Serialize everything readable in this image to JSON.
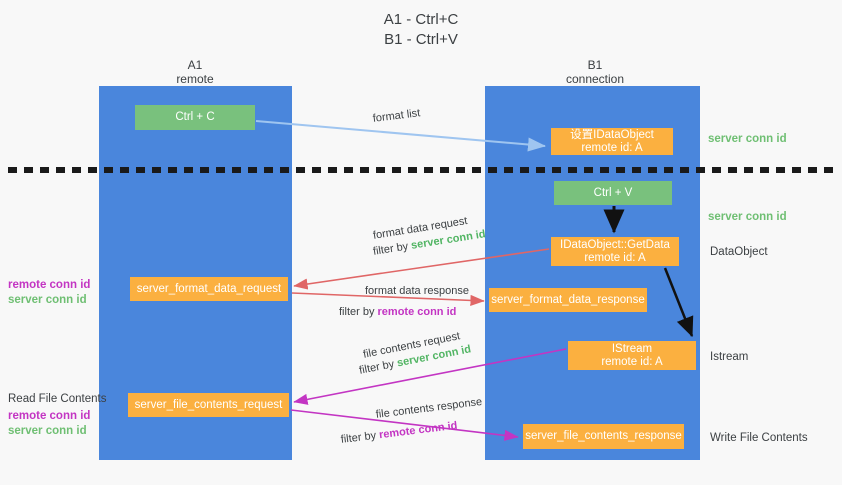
{
  "title": {
    "line1": "A1 - Ctrl+C",
    "line2": "B1 - Ctrl+V"
  },
  "columns": [
    {
      "name": "A1",
      "sub": "remote"
    },
    {
      "name": "B1",
      "sub": "connection"
    }
  ],
  "colors": {
    "lane": "#4a86dc",
    "green_box": "#79c17d",
    "orange_box": "#fbb040",
    "background": "#f8f8f8",
    "blue_arrow": "#9fc5f0",
    "red_arrow": "#e06666",
    "magenta_arrow": "#c335c3",
    "black_arrow": "#000000",
    "server_conn_id": "#6fbf73",
    "remote_conn_id": "#c335c3"
  },
  "boxes": {
    "ctrl_c": {
      "line1": "Ctrl + C",
      "line2": ""
    },
    "set_dataobject": {
      "line1": "设置IDataObject",
      "line2": "remote id: A"
    },
    "ctrl_v": {
      "line1": "Ctrl + V",
      "line2": ""
    },
    "getdata": {
      "line1": "IDataObject::GetData",
      "line2": "remote id: A"
    },
    "istream": {
      "line1": "IStream",
      "line2": "remote id: A"
    },
    "server_format_data_request": {
      "line1": "server_format_data_request",
      "line2": ""
    },
    "server_format_data_response": {
      "line1": "server_format_data_response",
      "line2": ""
    },
    "server_file_contents_request": {
      "line1": "server_file_contents_request",
      "line2": ""
    },
    "server_file_contents_response": {
      "line1": "server_file_contents_response",
      "line2": ""
    }
  },
  "edge_labels": {
    "format_list": "format list",
    "format_data_request": "format data request",
    "format_data_request_filter_prefix": "filter by ",
    "format_data_request_filter_value": "server conn id",
    "format_data_response": "format data response",
    "format_data_response_filter_prefix": "filter by ",
    "format_data_response_filter_value": "remote conn id",
    "file_contents_request": "file contents request",
    "file_contents_request_filter_prefix": "filter by ",
    "file_contents_request_filter_value": "server conn id",
    "file_contents_response": "file contents response",
    "file_contents_response_filter_prefix": "filter by ",
    "file_contents_response_filter_value": "remote conn id"
  },
  "annotations": {
    "right_server_conn_id_1": "server conn id",
    "right_server_conn_id_2": "server conn id",
    "right_dataobject": "DataObject",
    "right_istream": "Istream",
    "right_write_file_contents": "Write File Contents",
    "left_remote_conn_id_1": "remote conn id",
    "left_server_conn_id_1": "server conn id",
    "left_read_file_contents": "Read File Contents",
    "left_remote_conn_id_2": "remote conn id",
    "left_server_conn_id_2": "server conn id"
  }
}
